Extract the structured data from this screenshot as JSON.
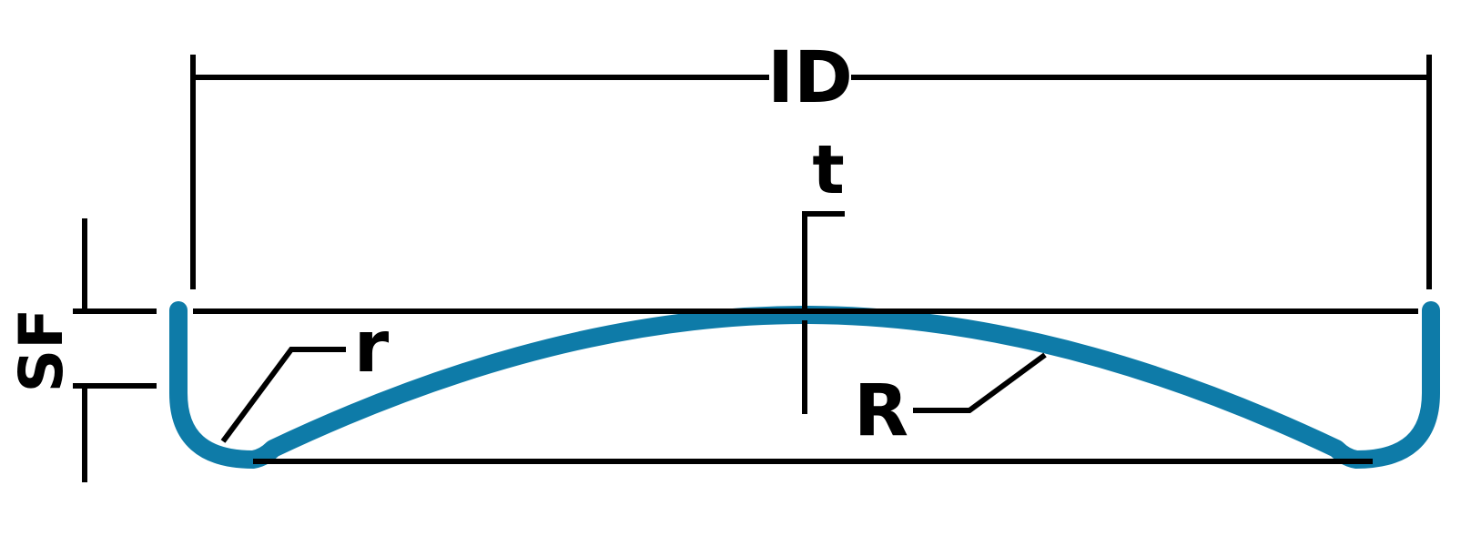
{
  "diagram": {
    "labels": {
      "inside_diameter": "ID",
      "thickness": "t",
      "straight_flange": "SF",
      "knuckle_radius": "r",
      "crown_radius": "R"
    },
    "colors": {
      "head_profile": "#0E7BA8",
      "dimension_lines": "#000000",
      "background": "#FFFFFF"
    }
  }
}
